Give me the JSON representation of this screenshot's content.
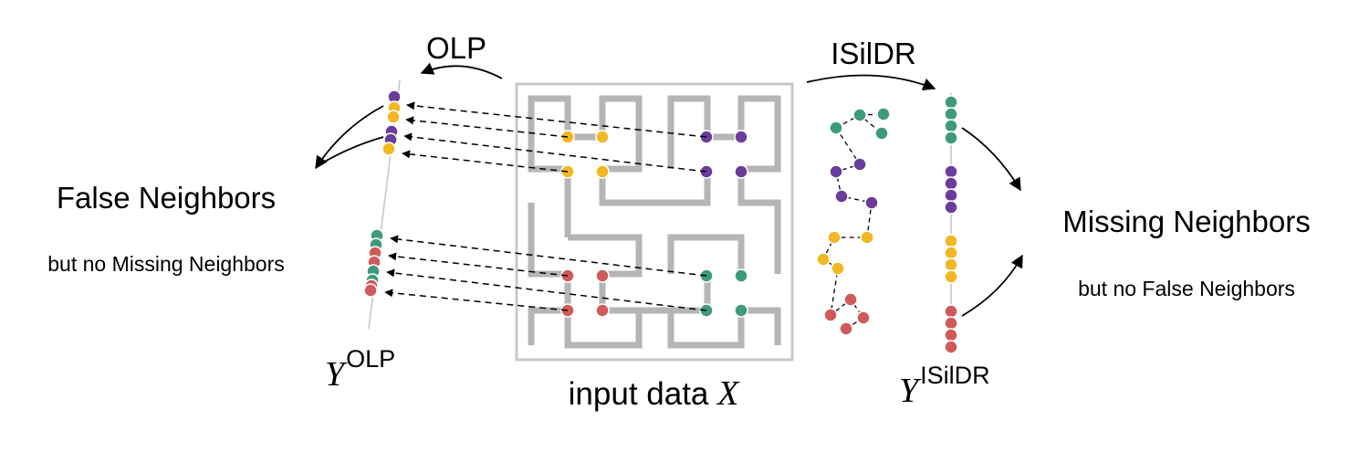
{
  "labels": {
    "olp_method": "OLP",
    "isildr_method": "ISilDR",
    "false_neighbors": "False Neighbors",
    "false_sub": "but no Missing Neighbors",
    "missing_neighbors": "Missing Neighbors",
    "missing_sub": "but no False Neighbors",
    "input_prefix": "input data ",
    "input_var": "X",
    "y_var": "Y",
    "y_olp_sup": "OLP",
    "y_isildr_sup": "ISilDR"
  },
  "colors": {
    "purple": "#6a3d9a",
    "yellow": "#f0b823",
    "green": "#3d9a7a",
    "red": "#d05a5a",
    "maze": "#b5b5b5",
    "axis": "#c8c8c8",
    "text": "#000000"
  }
}
